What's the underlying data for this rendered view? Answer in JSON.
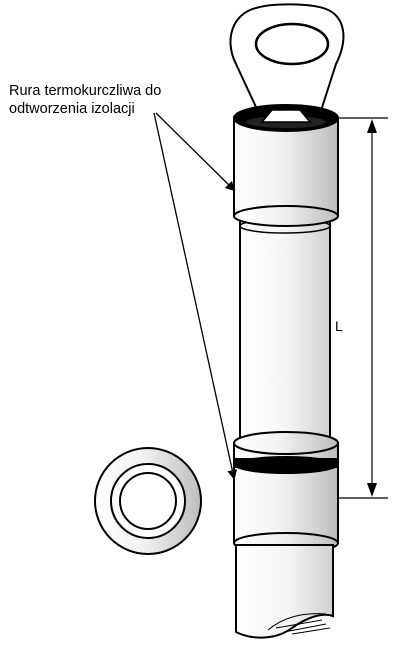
{
  "callout": {
    "line1": "Rura termokurczliwa do",
    "line2": "odtworzenia izolacji"
  },
  "dimension": {
    "label": "L"
  }
}
